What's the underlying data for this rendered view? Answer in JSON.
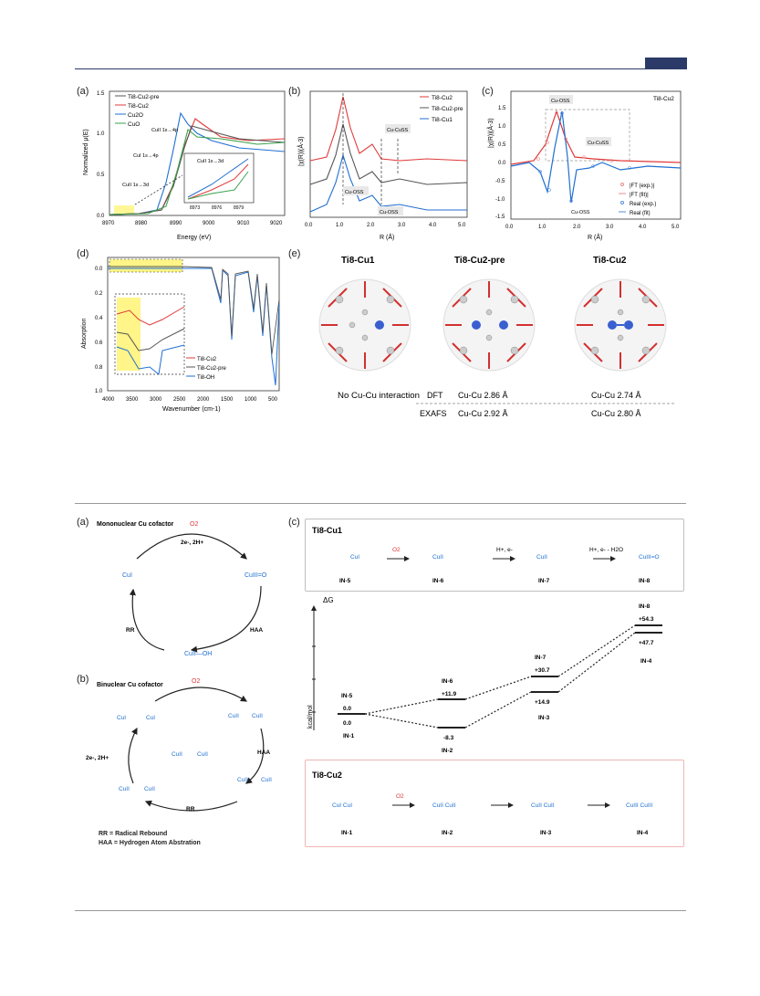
{
  "header": {
    "bar_color": "#2b3a67"
  },
  "panel_labels": {
    "a": "(a)",
    "b": "(b)",
    "c": "(c)",
    "d": "(d)",
    "e": "(e)"
  },
  "fig1": {
    "a": {
      "ylabel": "Normalized μ(E)",
      "xlabel": "Energy (eV)",
      "xticks": [
        "8970",
        "8980",
        "8990",
        "9000",
        "9010",
        "9020"
      ],
      "yticks": [
        "0.0",
        "0.5",
        "1.0",
        "1.5"
      ],
      "legend": [
        "Ti8-Cu2-pre",
        "Ti8-Cu2",
        "Cu2O",
        "CuO"
      ],
      "annotations": [
        "CuII 1s→4p",
        "CuI 1s→4p",
        "CuII 1s→3d"
      ],
      "inset_label": "CuII 1s→3d",
      "inset_xticks": [
        "8973",
        "8976",
        "8979"
      ]
    },
    "b": {
      "ylabel": "|χ(R)|(Å-3)",
      "xlabel": "R (Å)",
      "xticks": [
        "0.0",
        "1.0",
        "2.0",
        "3.0",
        "4.0",
        "5.0"
      ],
      "legend": [
        "Ti8-Cu2",
        "Ti8-Cu2-pre",
        "Ti8-Cu1"
      ],
      "annotations": [
        "Cu-CuSS",
        "Cu-OSS",
        "Cu-OSS"
      ]
    },
    "c": {
      "ylabel": "|χ(R)|(Å-3)",
      "xlabel": "R (Å)",
      "xticks": [
        "0.0",
        "1.0",
        "2.0",
        "3.0",
        "4.0",
        "5.0"
      ],
      "yticks": [
        "1.5",
        "1.0",
        "0.5",
        "0.0",
        "-0.5",
        "-1.0",
        "-1.5"
      ],
      "title": "Ti8-Cu2",
      "legend": [
        "|FT (exp.)|",
        "|FT (fit)|",
        "Real (exp.)",
        "Real (fit)"
      ],
      "annotations": [
        "Cu-OSS",
        "Cu-CuSS",
        "Cu-OSS"
      ]
    },
    "d": {
      "ylabel": "Absorption",
      "xlabel": "Wavenumber (cm-1)",
      "xticks": [
        "4000",
        "3500",
        "3000",
        "2500",
        "2000",
        "1500",
        "1000",
        "500"
      ],
      "yticks": [
        "0.0",
        "0.2",
        "0.4",
        "0.6",
        "0.8",
        "1.0"
      ],
      "legend": [
        "Ti8-Cu2",
        "Ti8-Cu2-pre",
        "Ti8-OH"
      ]
    },
    "e": {
      "titles": [
        "Ti8-Cu1",
        "Ti8-Cu2-pre",
        "Ti8-Cu2"
      ],
      "no_interaction": "No Cu-Cu interaction",
      "rows": [
        {
          "method": "DFT",
          "pre": "Cu-Cu 2.86 Å",
          "cu2": "Cu-Cu 2.74 Å"
        },
        {
          "method": "EXAFS",
          "pre": "Cu-Cu 2.92 Å",
          "cu2": "Cu-Cu 2.80 Å"
        }
      ]
    }
  },
  "fig2": {
    "a": {
      "title": "Mononuclear Cu cofactor",
      "o2": "O2",
      "e_h": "2e-, 2H+",
      "rr": "RR",
      "haa": "HAA",
      "species": [
        "CuI",
        "CuIII=O",
        "CuII—OH"
      ]
    },
    "b": {
      "title": "Binuclear Cu cofactor",
      "o2": "O2",
      "e_h": "2e-, 2H+",
      "rr": "RR",
      "haa": "HAA"
    },
    "legend": [
      "RR = Radical Rebound",
      "HAA = Hydrogen Atom Abstration"
    ],
    "c": {
      "cu1_title": "Ti8-Cu1",
      "cu2_title": "Ti8-Cu2",
      "cu1_steps": [
        "IN-5",
        "IN-6",
        "IN-7",
        "IN-8"
      ],
      "cu1_arrows": [
        "O2",
        "H+, e-",
        "H+, e-  - H2O"
      ],
      "cu2_steps": [
        "IN-1",
        "IN-2",
        "IN-3",
        "IN-4"
      ],
      "cu2_arrows": [
        "O2"
      ],
      "dg": "ΔG",
      "unit": "kcal/mol",
      "energies_cu1": [
        {
          "label": "IN-5",
          "value": "0.0"
        },
        {
          "label": "IN-6",
          "value": "+11.9"
        },
        {
          "label": "IN-7",
          "value": "+30.7"
        },
        {
          "label": "IN-8",
          "value": "+54.3"
        }
      ],
      "energies_cu2": [
        {
          "label": "IN-1",
          "value": "0.0"
        },
        {
          "label": "IN-2",
          "value": "-8.3"
        },
        {
          "label": "IN-3",
          "value": "+14.9"
        },
        {
          "label": "IN-4",
          "value": "+47.7"
        }
      ]
    }
  }
}
